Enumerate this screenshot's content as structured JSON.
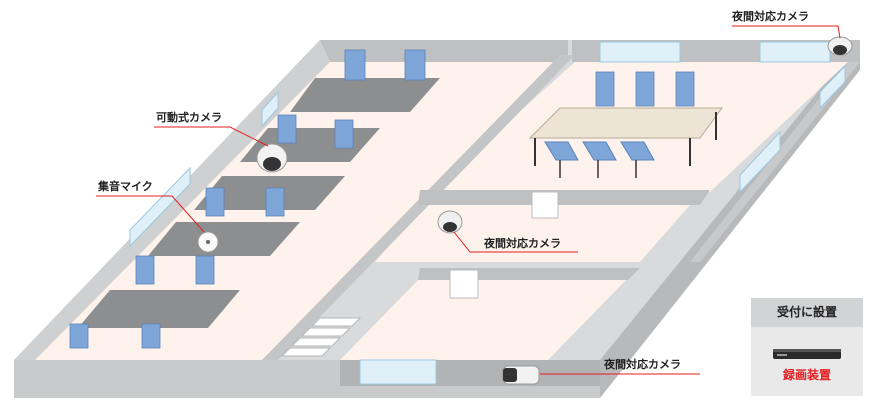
{
  "labels": {
    "ptz_camera": "可動式カメラ",
    "mic": "集音マイク",
    "night_camera_top": "夜間対応カメラ",
    "night_camera_mid": "夜間対応カメラ",
    "night_camera_bottom": "夜間対応カメラ"
  },
  "legend": {
    "title": "受付に設置",
    "caption": "録画装置"
  },
  "colors": {
    "floor": "#fdf3ec",
    "wall_top": "#d9dadc",
    "wall_side": "#bfc0c2",
    "desk": "#8d8e90",
    "chair": "#7fa6d8",
    "window": "#dff0f8",
    "leader_line": "#e41e1e",
    "legend_title_bg": "#d2d3d5",
    "legend_bg": "#e9e9ea",
    "legend_caption": "#e41e1e"
  }
}
